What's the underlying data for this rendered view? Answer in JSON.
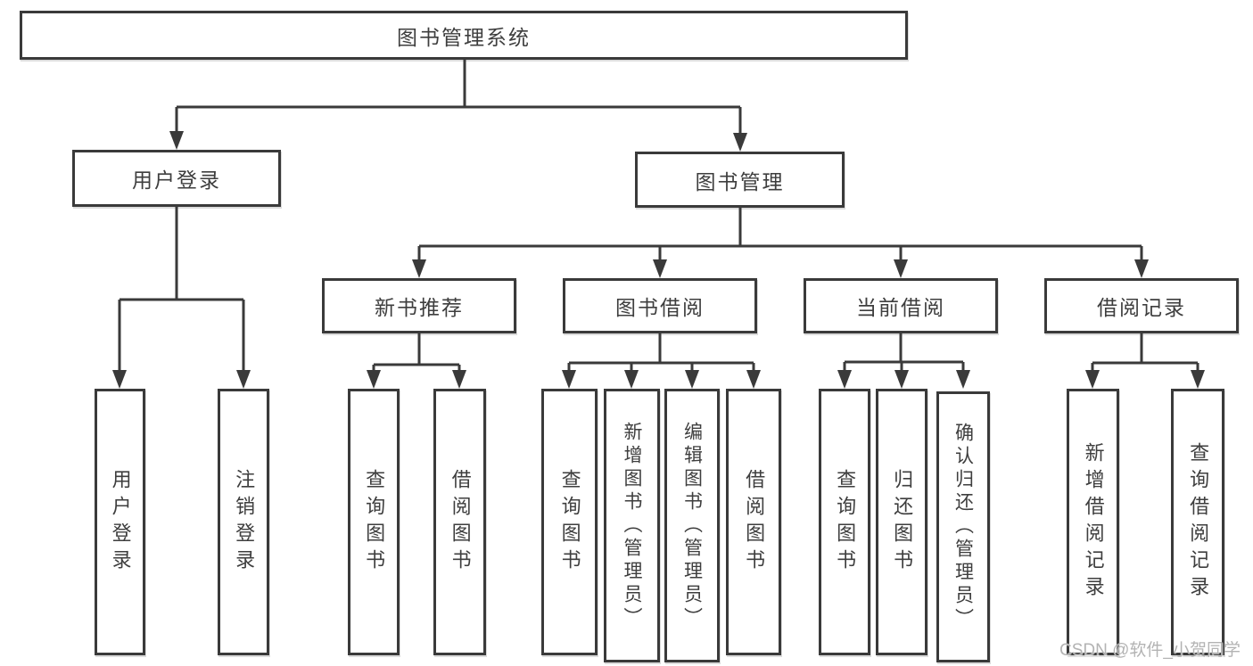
{
  "diagram": {
    "root": {
      "label": "图书管理系统"
    },
    "branches": [
      {
        "label": "用户登录",
        "children": [
          {
            "label": "用户登录"
          },
          {
            "label": "注销登录"
          }
        ]
      },
      {
        "label": "图书管理",
        "children": [
          {
            "label": "新书推荐",
            "children": [
              {
                "label": "查询图书"
              },
              {
                "label": "借阅图书"
              }
            ]
          },
          {
            "label": "图书借阅",
            "children": [
              {
                "label": "查询图书"
              },
              {
                "label": "新增图书（管理员）"
              },
              {
                "label": "编辑图书（管理员）"
              },
              {
                "label": "借阅图书"
              }
            ]
          },
          {
            "label": "当前借阅",
            "children": [
              {
                "label": "查询图书"
              },
              {
                "label": "归还图书"
              },
              {
                "label": "确认归还（管理员）"
              }
            ]
          },
          {
            "label": "借阅记录",
            "children": [
              {
                "label": "新增借阅记录"
              },
              {
                "label": "查询借阅记录"
              }
            ]
          }
        ]
      }
    ]
  },
  "watermark": {
    "text": "CSDN @软件_小贺同学"
  },
  "colors": {
    "line": "#3a3a3a",
    "text": "#3e3e3e",
    "box-bg": "#ffffff",
    "watermark": "#b3b3b3",
    "background": "#ffffff"
  }
}
